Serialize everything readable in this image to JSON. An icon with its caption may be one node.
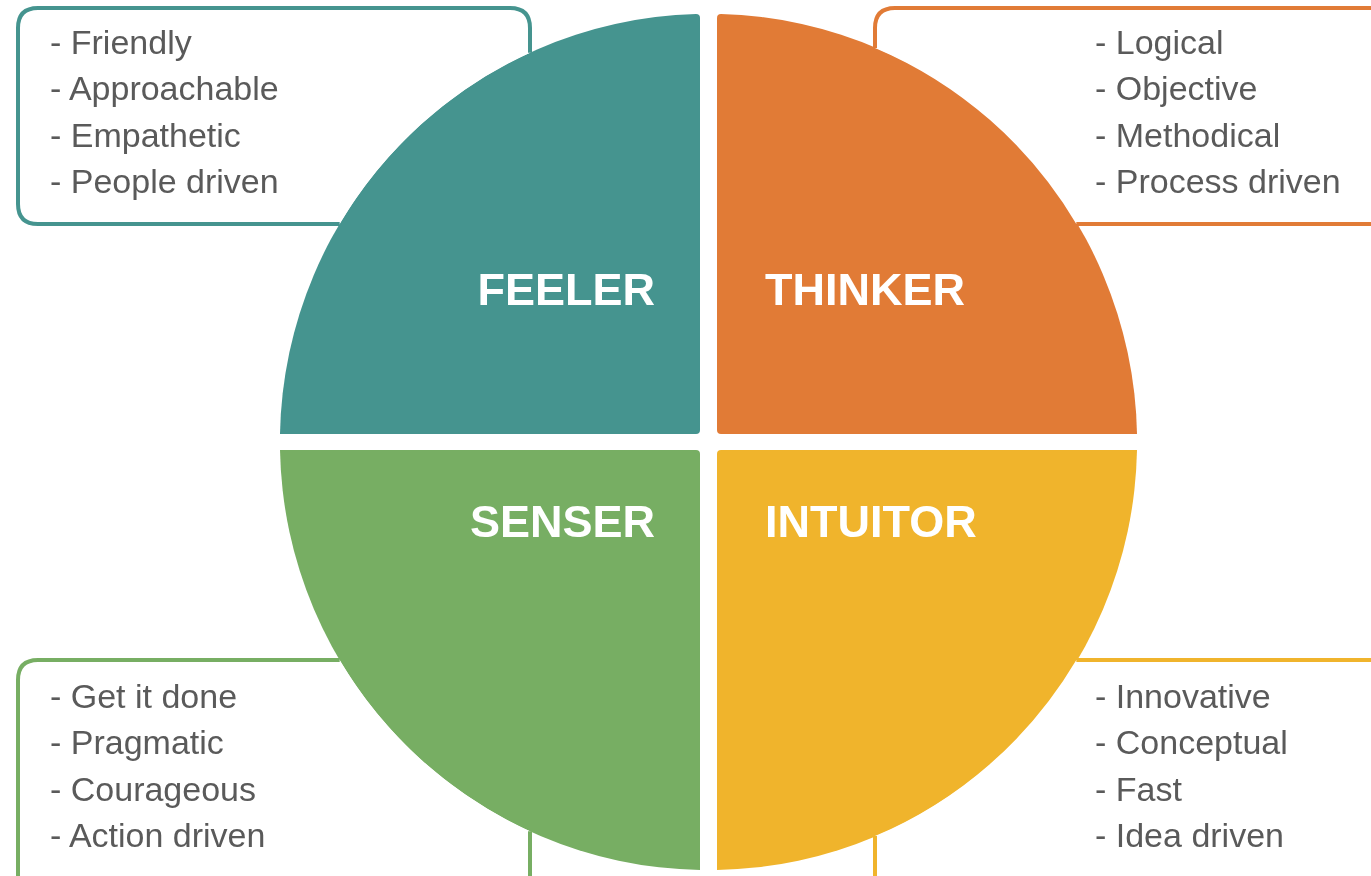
{
  "diagram": {
    "nodes": [
      {
        "text": [
          "- Friendly",
          "- Approachable",
          "- Empathetic",
          "- People driven"
        ]
      },
      {
        "text": [
          "- Logical",
          "- Objective",
          "- Methodical",
          "- Process driven"
        ]
      },
      {
        "text": [
          "FEELER"
        ]
      },
      {
        "text": [
          "THINKER"
        ]
      },
      {
        "text": [
          "SENSER"
        ]
      },
      {
        "text": [
          "INTUITOR"
        ]
      },
      {
        "text": [
          "- Get it done",
          "- Pragmatic",
          "- Courageous",
          "- Action driven"
        ]
      },
      {
        "text": [
          "- Innovative",
          "- Conceptual",
          "- Fast",
          "- Idea driven"
        ]
      }
    ]
  }
}
